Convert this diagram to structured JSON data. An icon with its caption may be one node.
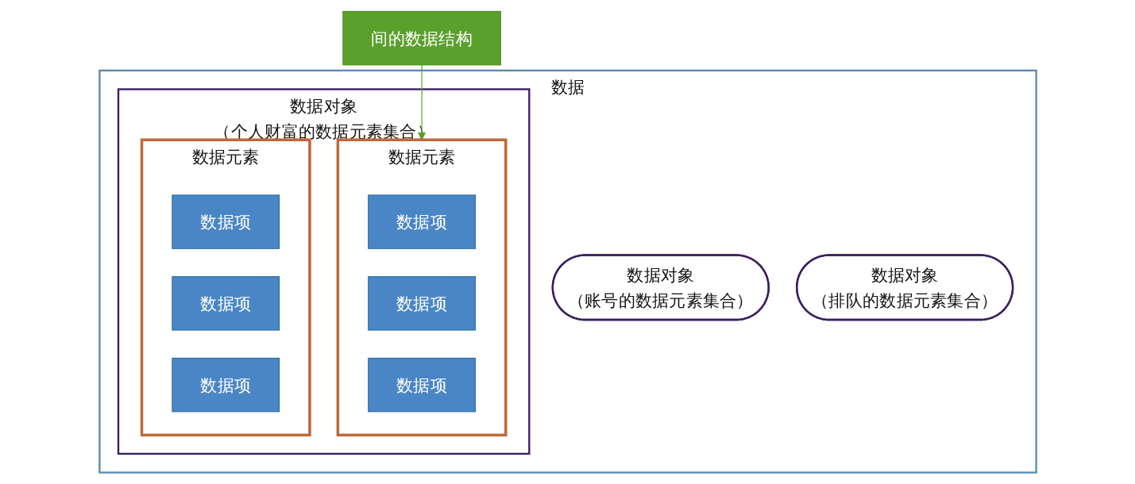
{
  "diagram": {
    "nodes": [
      {
        "text": [
          "数据"
        ]
      },
      {
        "text": [
          "数据对象",
          "（个人财富的数据元素集合）"
        ],
        "in": 0
      },
      {
        "text": [
          "数据元素"
        ],
        "in": 1
      },
      {
        "text": [
          "数据项"
        ],
        "in": 2
      },
      {
        "text": [
          "数据项"
        ],
        "in": 2
      },
      {
        "text": [
          "数据项"
        ],
        "in": 2
      },
      {
        "text": [
          "数据元素"
        ],
        "in": 1
      },
      {
        "text": [
          "数据项"
        ],
        "in": 6
      },
      {
        "text": [
          "数据项"
        ],
        "in": 6
      },
      {
        "text": [
          "数据项"
        ],
        "in": 6
      },
      {
        "text": [
          "数据对象",
          "（账号的数据元素集合）"
        ],
        "in": 0
      },
      {
        "text": [
          "数据对象",
          "（排队的数据元素集合）"
        ],
        "in": 0
      },
      {
        "text": [
          "间的数据结构"
        ]
      }
    ],
    "edges": [
      {
        "from": 12,
        "to": 2,
        "arrow": "to",
        "color": "#5aa02c"
      }
    ]
  }
}
